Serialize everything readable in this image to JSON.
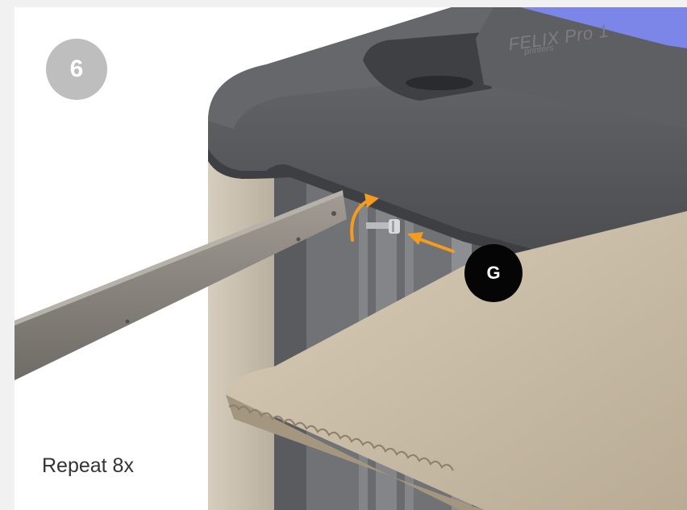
{
  "step": {
    "number": "6"
  },
  "callout": {
    "label": "G"
  },
  "instruction": {
    "text": "Repeat 8x"
  },
  "printer": {
    "brand": "FELIX Pro 1",
    "sub": "printers"
  },
  "colors": {
    "badge": "#bebebe",
    "callout": "#050505",
    "arrow": "#f39c1f",
    "housing": "#55565a",
    "frame": "#c9c0b0",
    "panel": "#c7b9a2",
    "screen": "#7c86e8",
    "rail": "#8c8881"
  },
  "icons": [
    "curved-arrow-icon",
    "straight-arrow-icon"
  ]
}
